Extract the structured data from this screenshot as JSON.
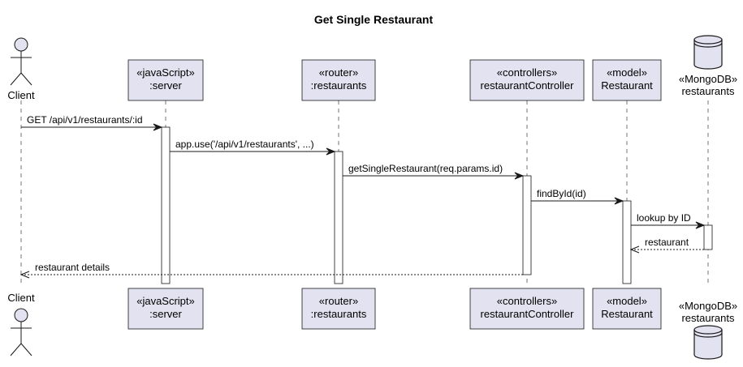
{
  "title": "Get Single Restaurant",
  "participants": [
    {
      "id": "client",
      "kind": "actor",
      "lines": [
        "Client"
      ]
    },
    {
      "id": "server",
      "kind": "box",
      "lines": [
        "«javaScript»",
        ":server"
      ]
    },
    {
      "id": "router",
      "kind": "box",
      "lines": [
        "«router»",
        ":restaurants"
      ]
    },
    {
      "id": "controller",
      "kind": "box",
      "lines": [
        "«controllers»",
        "restaurantController"
      ]
    },
    {
      "id": "model",
      "kind": "box",
      "lines": [
        "«model»",
        "Restaurant"
      ]
    },
    {
      "id": "db",
      "kind": "database",
      "lines": [
        "«MongoDB»",
        "restaurants"
      ]
    }
  ],
  "messages": [
    {
      "from": "client",
      "to": "server",
      "label": "GET /api/v1/restaurants/:id",
      "style": "sync"
    },
    {
      "from": "server",
      "to": "router",
      "label": "app.use('/api/v1/restaurants', ...)",
      "style": "sync"
    },
    {
      "from": "router",
      "to": "controller",
      "label": "getSingleRestaurant(req.params.id)",
      "style": "sync"
    },
    {
      "from": "controller",
      "to": "model",
      "label": "findById(id)",
      "style": "sync"
    },
    {
      "from": "model",
      "to": "db",
      "label": "lookup by ID",
      "style": "sync"
    },
    {
      "from": "db",
      "to": "model",
      "label": "restaurant",
      "style": "return"
    },
    {
      "from": "controller",
      "to": "client",
      "label": "restaurant details",
      "style": "return"
    }
  ],
  "colors": {
    "participant_fill": "#e2e2f0",
    "participant_stroke": "#181818",
    "lifeline": "#181818",
    "text": "#000000",
    "background": "#ffffff"
  }
}
